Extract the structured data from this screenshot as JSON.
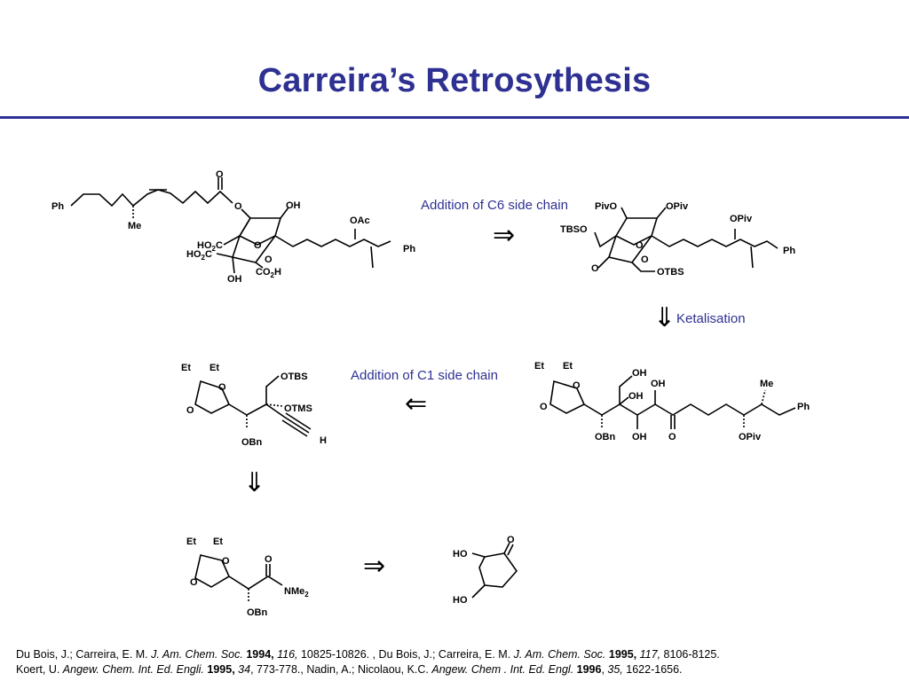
{
  "title": "Carreira’s Retrosythesis",
  "labels": {
    "addition_c6": "Addition of C6 side chain",
    "ketalisation": "Ketalisation",
    "addition_c1": "Addition of C1 side chain"
  },
  "arrows": {
    "retro_right": "⇒",
    "retro_down": "⇓",
    "retro_left": "⇐"
  },
  "atoms": {
    "ph": "Ph",
    "me": "Me",
    "o": "O",
    "oh": "OH",
    "oac": "OAc",
    "ho2c": "HO",
    "co2h": "CO",
    "sub2": "2",
    "h": "H",
    "c": "C",
    "pivo": "PivO",
    "opiv": "OPiv",
    "tbso": "TBSO",
    "otbs": "OTBS",
    "et": "Et",
    "obn": "OBn",
    "otms": "OTMS",
    "nme": "NMe",
    "ho": "HO"
  },
  "references": {
    "line1": [
      {
        "t": "Du Bois, J.; Carreira, E. M. ",
        "s": "n"
      },
      {
        "t": "J. Am. Chem. Soc.",
        "s": "i"
      },
      {
        "t": " 1994,",
        "s": "b"
      },
      {
        "t": " 116,",
        "s": "i"
      },
      {
        "t": " 10825-10826. , Du Bois, J.; Carreira, E. M. ",
        "s": "n"
      },
      {
        "t": "J. Am. Chem. Soc.",
        "s": "i"
      },
      {
        "t": " 1995,",
        "s": "b"
      },
      {
        "t": " 117,",
        "s": "i"
      },
      {
        "t": " 8106-8125.",
        "s": "n"
      }
    ],
    "line2": [
      {
        "t": "Koert, U. ",
        "s": "n"
      },
      {
        "t": "Angew. Chem. Int. Ed. Engli.",
        "s": "i"
      },
      {
        "t": " 1995,",
        "s": "b"
      },
      {
        "t": " 34",
        "s": "i"
      },
      {
        "t": ", 773-778., Nadin, A.; Nicolaou, K.C. ",
        "s": "n"
      },
      {
        "t": "Angew. Chem . Int. Ed. Engl.",
        "s": "i"
      },
      {
        "t": " 1996",
        "s": "b"
      },
      {
        "t": ", ",
        "s": "n"
      },
      {
        "t": "35,",
        "s": "i"
      },
      {
        "t": " 1622-1656.",
        "s": "n"
      }
    ]
  }
}
